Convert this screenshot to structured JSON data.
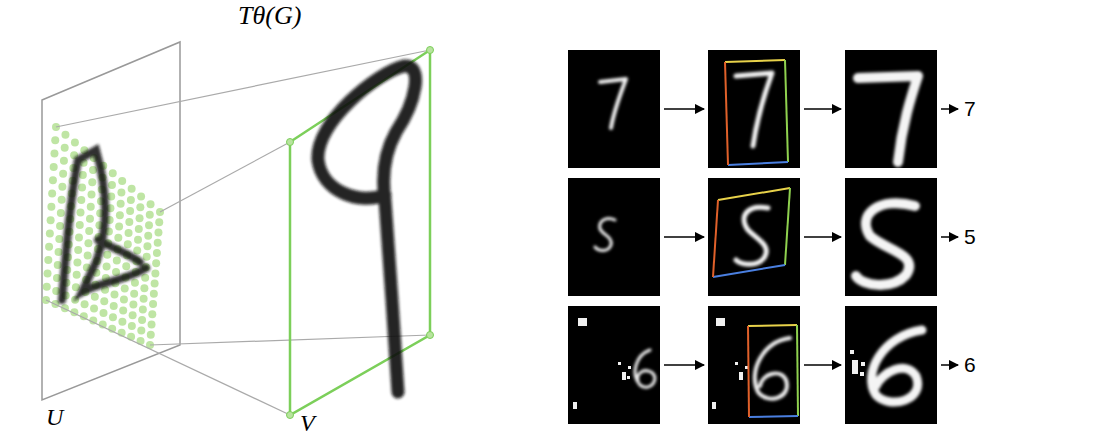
{
  "diagram": {
    "labels": [
      "Tθ(G)",
      "U",
      "V",
      "7",
      "5",
      "6"
    ]
  }
}
